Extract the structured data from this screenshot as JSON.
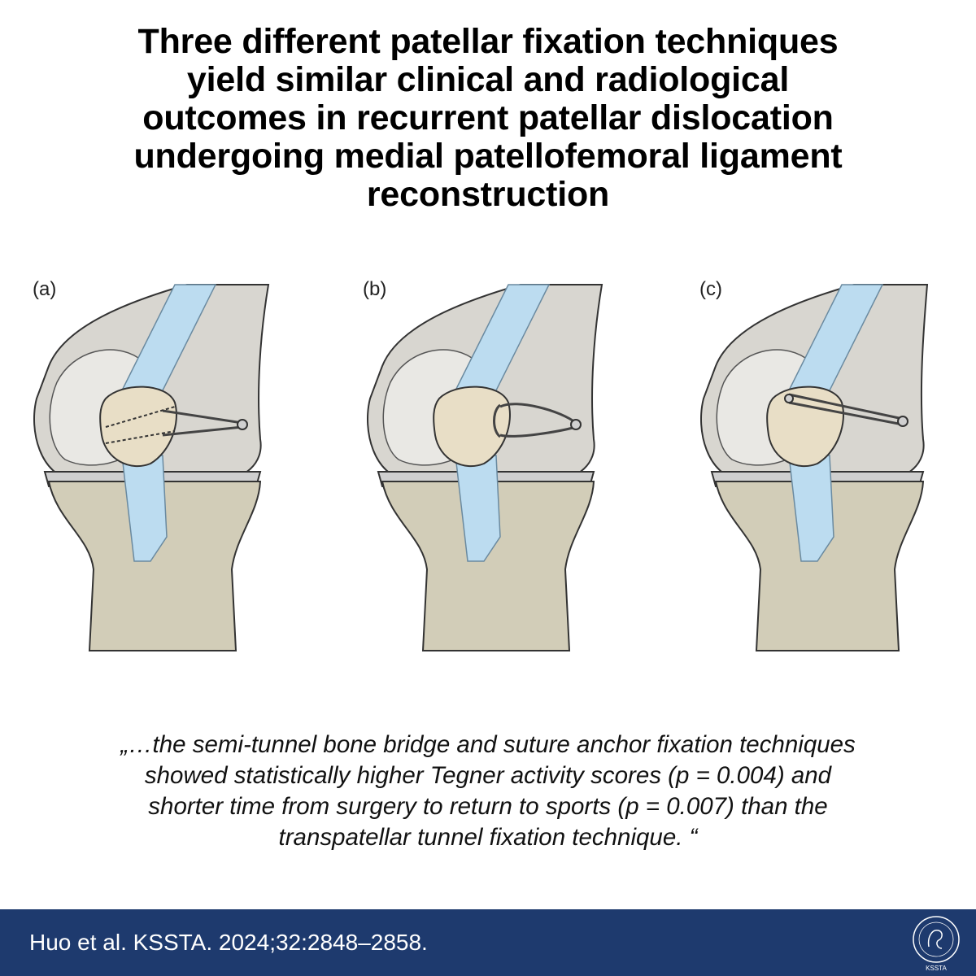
{
  "title": {
    "lines": [
      "Three different patellar fixation techniques",
      "yield similar clinical and radiological",
      "outcomes in recurrent patellar dislocation",
      "undergoing medial patellofemoral ligament",
      "reconstruction"
    ]
  },
  "figure": {
    "panels": [
      {
        "label": "(a)",
        "technique": "transpatellar-tunnel"
      },
      {
        "label": "(b)",
        "technique": "semi-tunnel-bone-bridge"
      },
      {
        "label": "(c)",
        "technique": "suture-anchor"
      }
    ]
  },
  "quote": {
    "lines": [
      "„…the semi-tunnel bone bridge and suture anchor fixation techniques",
      "showed statistically higher Tegner activity scores (p = 0.004) and",
      "shorter time from surgery to return to sports (p = 0.007) than the",
      "transpatellar tunnel fixation technique. “"
    ]
  },
  "footer": {
    "citation": "Huo et al. KSSTA. 2024;32:2848–2858.",
    "logo_text": "KSSTA"
  },
  "colors": {
    "footer_bg": "#1e3a6e",
    "bone": "#d9d6c8",
    "tendon": "#b9d9ee",
    "patella": "#e6dcc4"
  }
}
